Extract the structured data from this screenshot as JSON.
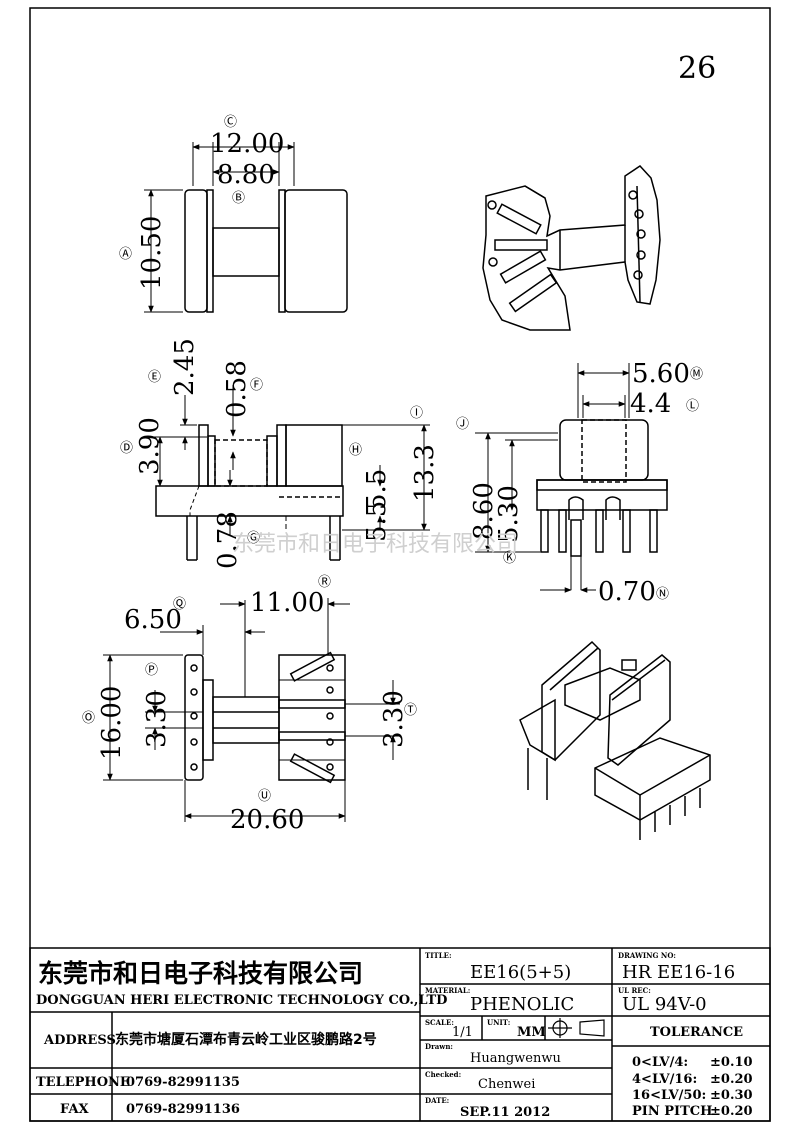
{
  "page_number": "26",
  "watermark": "东莞市和日电子科技有限公司",
  "dimensions": {
    "top_width_outer": "12.00",
    "top_width_inner": "8.80",
    "top_height": "10.50",
    "e_value": "2.45",
    "f_value": "0.58",
    "d_value": "3.90",
    "g_value": "0.78",
    "h_value": "5.5",
    "i_value": "13.3",
    "h2_value": "5.5",
    "m_value": "5.60",
    "l_value": "4.4",
    "j_value": "8.60",
    "k_value": "5.30",
    "n_value": "0.70",
    "q_value": "6.50",
    "r_value": "11.00",
    "o_value": "16.00",
    "p_value": "3.30",
    "t_value": "3.30",
    "u_value": "20.60"
  },
  "markers": {
    "A": "Ⓐ",
    "B": "Ⓑ",
    "C": "Ⓒ",
    "D": "Ⓓ",
    "E": "Ⓔ",
    "F": "Ⓕ",
    "G": "Ⓖ",
    "H": "Ⓗ",
    "I": "Ⓘ",
    "J": "Ⓙ",
    "K": "Ⓚ",
    "L": "Ⓛ",
    "M": "Ⓜ",
    "N": "Ⓝ",
    "O": "Ⓞ",
    "P": "Ⓟ",
    "Q": "Ⓠ",
    "R": "Ⓡ",
    "T": "Ⓣ",
    "U": "Ⓤ"
  },
  "title_block": {
    "company_cn": "东莞市和日电子科技有限公司",
    "company_en": "DONGGUAN HERI ELECTRONIC TECHNOLOGY CO.,LTD",
    "address_label": "ADDRESS",
    "address_value": "东莞市塘厦石潭布青云岭工业区骏鹏路2号",
    "telephone_label": "TELEPHONE",
    "telephone_value": "0769-82991135",
    "fax_label": "FAX",
    "fax_value": "0769-82991136",
    "title_label": "TITLE:",
    "title_value": "EE16(5+5)",
    "material_label": "MATERIAL:",
    "material_value": "PHENOLIC",
    "scale_label": "SCALE:",
    "scale_value": "1/1",
    "unit_label": "UNIT:",
    "unit_value": "MM",
    "drawn_label": "Drawn:",
    "drawn_value": "Huangwenwu",
    "checked_label": "Checked:",
    "checked_value": "Chenwei",
    "date_label": "DATE:",
    "date_value": "SEP.11 2012",
    "drawing_no_label": "DRAWING NO:",
    "drawing_no_value": "HR EE16-16",
    "ul_label": "UL REC:",
    "ul_value": "UL   94V-0",
    "tolerance_label": "TOLERANCE",
    "tolerance_rows": [
      {
        "range": "0<LV/4:",
        "value": "±0.10"
      },
      {
        "range": "4<LV/16:",
        "value": "±0.20"
      },
      {
        "range": "16<LV/50:",
        "value": "±0.30"
      },
      {
        "range": "PIN PITCH",
        "value": "±0.20"
      }
    ]
  }
}
